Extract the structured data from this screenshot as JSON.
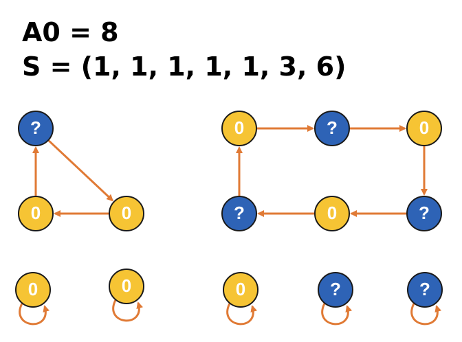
{
  "header": {
    "a0": "A0 = 8",
    "s": "S = (1, 1, 1, 1, 1, 3, 6)"
  },
  "colors": {
    "unknown_fill": "#2E63B6",
    "zero_fill": "#F6C434",
    "node_stroke": "#1a1a1a",
    "edge": "#E07A35"
  },
  "nodes": [
    {
      "id": "n1",
      "label": "?",
      "kind": "unknown"
    },
    {
      "id": "n2",
      "label": "0",
      "kind": "zero"
    },
    {
      "id": "n3",
      "label": "0",
      "kind": "zero"
    },
    {
      "id": "n4",
      "label": "0",
      "kind": "zero"
    },
    {
      "id": "n5",
      "label": "?",
      "kind": "unknown"
    },
    {
      "id": "n6",
      "label": "0",
      "kind": "zero"
    },
    {
      "id": "n7",
      "label": "?",
      "kind": "unknown"
    },
    {
      "id": "n8",
      "label": "0",
      "kind": "zero"
    },
    {
      "id": "n9",
      "label": "?",
      "kind": "unknown"
    },
    {
      "id": "n10",
      "label": "0",
      "kind": "zero"
    },
    {
      "id": "n11",
      "label": "0",
      "kind": "zero"
    },
    {
      "id": "n12",
      "label": "0",
      "kind": "zero"
    },
    {
      "id": "n13",
      "label": "?",
      "kind": "unknown"
    },
    {
      "id": "n14",
      "label": "?",
      "kind": "unknown"
    }
  ],
  "edges": [
    {
      "from": "n1",
      "to": "n3"
    },
    {
      "from": "n3",
      "to": "n2"
    },
    {
      "from": "n2",
      "to": "n1"
    },
    {
      "from": "n4",
      "to": "n5"
    },
    {
      "from": "n5",
      "to": "n6"
    },
    {
      "from": "n6",
      "to": "n9"
    },
    {
      "from": "n9",
      "to": "n8"
    },
    {
      "from": "n8",
      "to": "n7"
    },
    {
      "from": "n7",
      "to": "n4"
    },
    {
      "from": "n10",
      "to": "n10"
    },
    {
      "from": "n11",
      "to": "n11"
    },
    {
      "from": "n12",
      "to": "n12"
    },
    {
      "from": "n13",
      "to": "n13"
    },
    {
      "from": "n14",
      "to": "n14"
    }
  ]
}
